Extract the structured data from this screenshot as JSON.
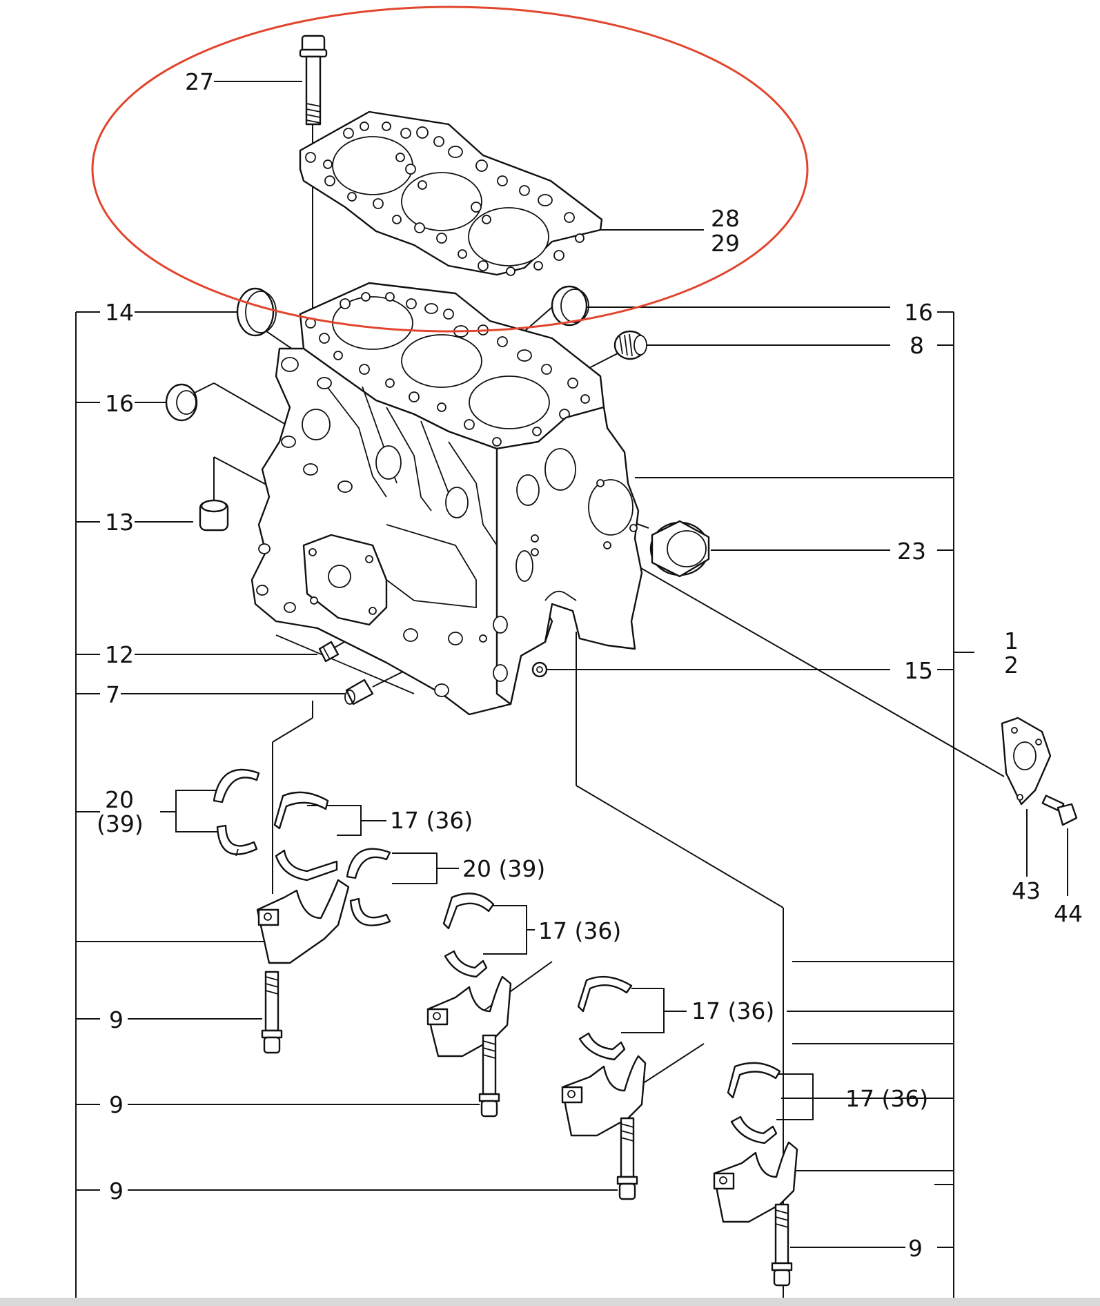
{
  "highlight_color": "#e2452d",
  "line_color": "#111111",
  "labels": {
    "l27": "27",
    "l28": "28",
    "l29": "29",
    "l14": "14",
    "l16_right": "16",
    "l8": "8",
    "l16_left": "16",
    "l13": "13",
    "l23": "23",
    "l1": "1",
    "l2": "2",
    "l12": "12",
    "l15": "15",
    "l7": "7",
    "l20_left": "20",
    "l39_left": "(39)",
    "l17_a": "17 (36)",
    "l20_right": "20 (39)",
    "l17_b": "17 (36)",
    "l17_c": "17 (36)",
    "l17_d": "17 (36)",
    "l43": "43",
    "l44": "44",
    "l9_a": "9",
    "l9_b": "9",
    "l9_c": "9",
    "l9_d": "9"
  }
}
